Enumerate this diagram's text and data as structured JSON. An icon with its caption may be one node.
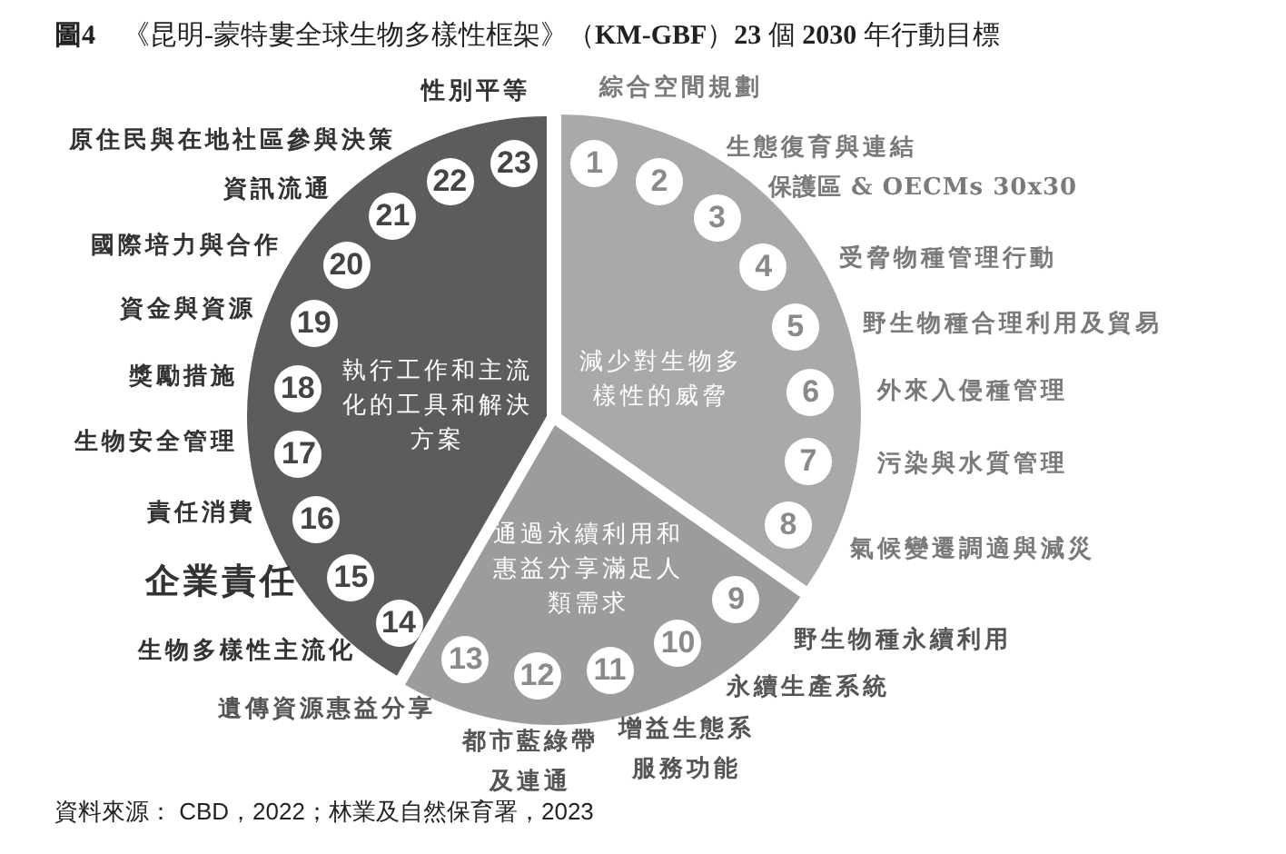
{
  "diagram": {
    "title": "**圖4**　《昆明-蒙特婁全球生物多樣性框架》（**KM-GBF**）**23** 個 **2030** 年行動目標",
    "nodes": [
      {
        "text": [
          "減少對生物多樣性的威脅"
        ]
      },
      {
        "text": [
          "1"
        ],
        "in": 0,
        "beside": [
          "綜合空間規劃"
        ]
      },
      {
        "text": [
          "2"
        ],
        "in": 0,
        "beside": [
          "生態復育與連結"
        ]
      },
      {
        "text": [
          "3"
        ],
        "in": 0,
        "beside": [
          "保護區 & OECMs **30x30**"
        ]
      },
      {
        "text": [
          "4"
        ],
        "in": 0,
        "beside": [
          "受脅物種管理行動"
        ]
      },
      {
        "text": [
          "5"
        ],
        "in": 0,
        "beside": [
          "野生物種合理利用及貿易"
        ]
      },
      {
        "text": [
          "6"
        ],
        "in": 0,
        "beside": [
          "外來入侵種管理"
        ]
      },
      {
        "text": [
          "7"
        ],
        "in": 0,
        "beside": [
          "污染與水質管理"
        ]
      },
      {
        "text": [
          "8"
        ],
        "in": 0,
        "beside": [
          "氣候變遷調適與減災"
        ]
      },
      {
        "text": [
          "通過永續利用和惠益分享滿足人類需求"
        ]
      },
      {
        "text": [
          "9"
        ],
        "in": 9,
        "beside": [
          "野生物種永續利用"
        ]
      },
      {
        "text": [
          "10"
        ],
        "in": 9,
        "beside": [
          "永續生產系統"
        ]
      },
      {
        "text": [
          "11"
        ],
        "in": 9,
        "beside": [
          "增益生態系服務功能"
        ]
      },
      {
        "text": [
          "12"
        ],
        "in": 9,
        "beside": [
          "都市藍綠帶及連通"
        ]
      },
      {
        "text": [
          "13"
        ],
        "in": 9,
        "beside": [
          "遺傳資源惠益分享"
        ]
      },
      {
        "text": [
          "執行工作和主流化的工具和解決方案"
        ]
      },
      {
        "text": [
          "14"
        ],
        "in": 15,
        "beside": [
          "生物多樣性主流化"
        ]
      },
      {
        "text": [
          "15"
        ],
        "in": 15,
        "beside": [
          "企業責任"
        ]
      },
      {
        "text": [
          "16"
        ],
        "in": 15,
        "beside": [
          "責任消費"
        ]
      },
      {
        "text": [
          "17"
        ],
        "in": 15,
        "beside": [
          "生物安全管理"
        ]
      },
      {
        "text": [
          "18"
        ],
        "in": 15,
        "beside": [
          "獎勵措施"
        ]
      },
      {
        "text": [
          "19"
        ],
        "in": 15,
        "beside": [
          "資金與資源"
        ]
      },
      {
        "text": [
          "20"
        ],
        "in": 15,
        "beside": [
          "國際培力與合作"
        ]
      },
      {
        "text": [
          "21"
        ],
        "in": 15,
        "beside": [
          "資訊流通"
        ]
      },
      {
        "text": [
          "22"
        ],
        "in": 15,
        "beside": [
          "原住民與在地社區參與決策"
        ]
      },
      {
        "text": [
          "23"
        ],
        "in": 15,
        "beside": [
          "性別平等"
        ]
      }
    ],
    "caption": "資料來源： CBD，2022；林業及自然保育署，2023"
  }
}
